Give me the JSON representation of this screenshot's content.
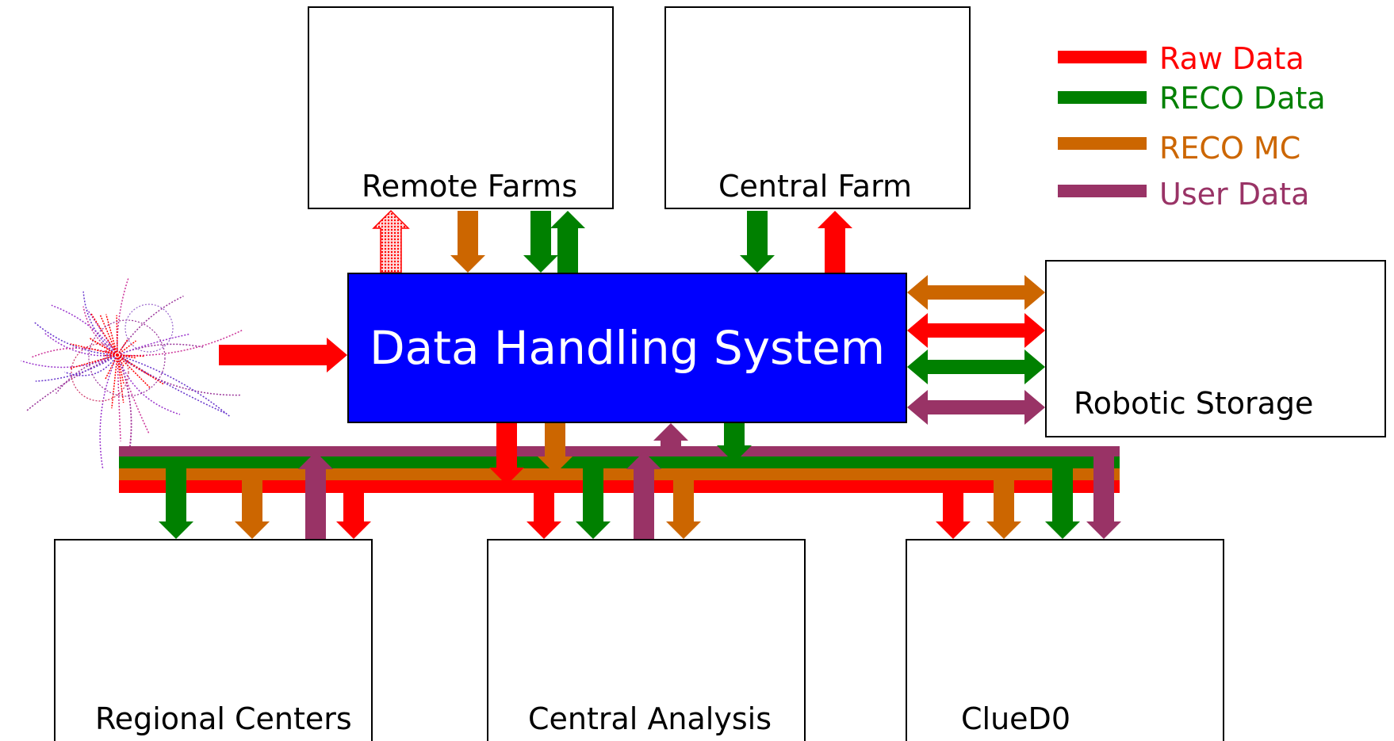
{
  "title": "Data Handling System",
  "legend": [
    {
      "label": "Raw Data",
      "color": "#ff0000"
    },
    {
      "label": "RECO Data",
      "color": "#008000"
    },
    {
      "label": "RECO MC",
      "color": "#cc6600"
    },
    {
      "label": "User Data",
      "color": "#993366"
    }
  ],
  "nodes": {
    "remote_farms": "Remote Farms",
    "central_farm": "Central Farm",
    "robotic_storage": "Robotic Storage",
    "regional_centers": "Regional Centers",
    "central_analysis": "Central Analysis",
    "clued0": "ClueD0"
  },
  "colors": {
    "raw": "#ff0000",
    "reco": "#008000",
    "mc": "#cc6600",
    "user": "#993366",
    "core_fill": "#0000ff",
    "farm_icon": "#66ccff",
    "disk_icon": "#33cc99"
  }
}
